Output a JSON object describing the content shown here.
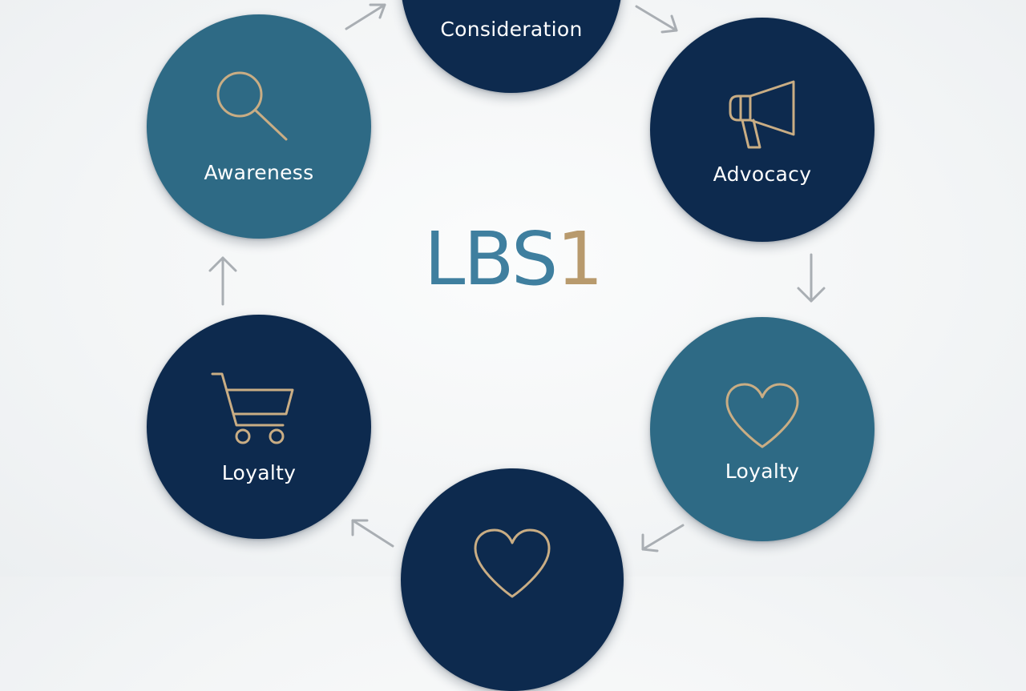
{
  "colors": {
    "navy": "#0d2a4e",
    "teal": "#2e6a85",
    "gold": "#c9ad84",
    "arrow": "#a9aeb3",
    "title_blue": "#3f7f9f",
    "title_gold": "#b89a6d"
  },
  "center": {
    "title_main": "LBS",
    "title_accent": "1"
  },
  "nodes": [
    {
      "label": "Consideration",
      "icon": "none",
      "color": "navy"
    },
    {
      "label": "Advocacy",
      "icon": "megaphone-icon",
      "color": "navy"
    },
    {
      "label": "Loyalty",
      "icon": "heart-icon",
      "color": "teal"
    },
    {
      "label": "",
      "icon": "heart-icon",
      "color": "navy"
    },
    {
      "label": "Loyalty",
      "icon": "shopping-cart-icon",
      "color": "navy"
    },
    {
      "label": "Awareness",
      "icon": "magnifying-glass-icon",
      "color": "teal"
    }
  ],
  "arrows": [
    {
      "icon": "arrow-up-right-icon"
    },
    {
      "icon": "arrow-down-right-icon"
    },
    {
      "icon": "arrow-down-icon"
    },
    {
      "icon": "arrow-down-left-icon"
    },
    {
      "icon": "arrow-up-left-icon"
    },
    {
      "icon": "arrow-up-icon"
    }
  ]
}
